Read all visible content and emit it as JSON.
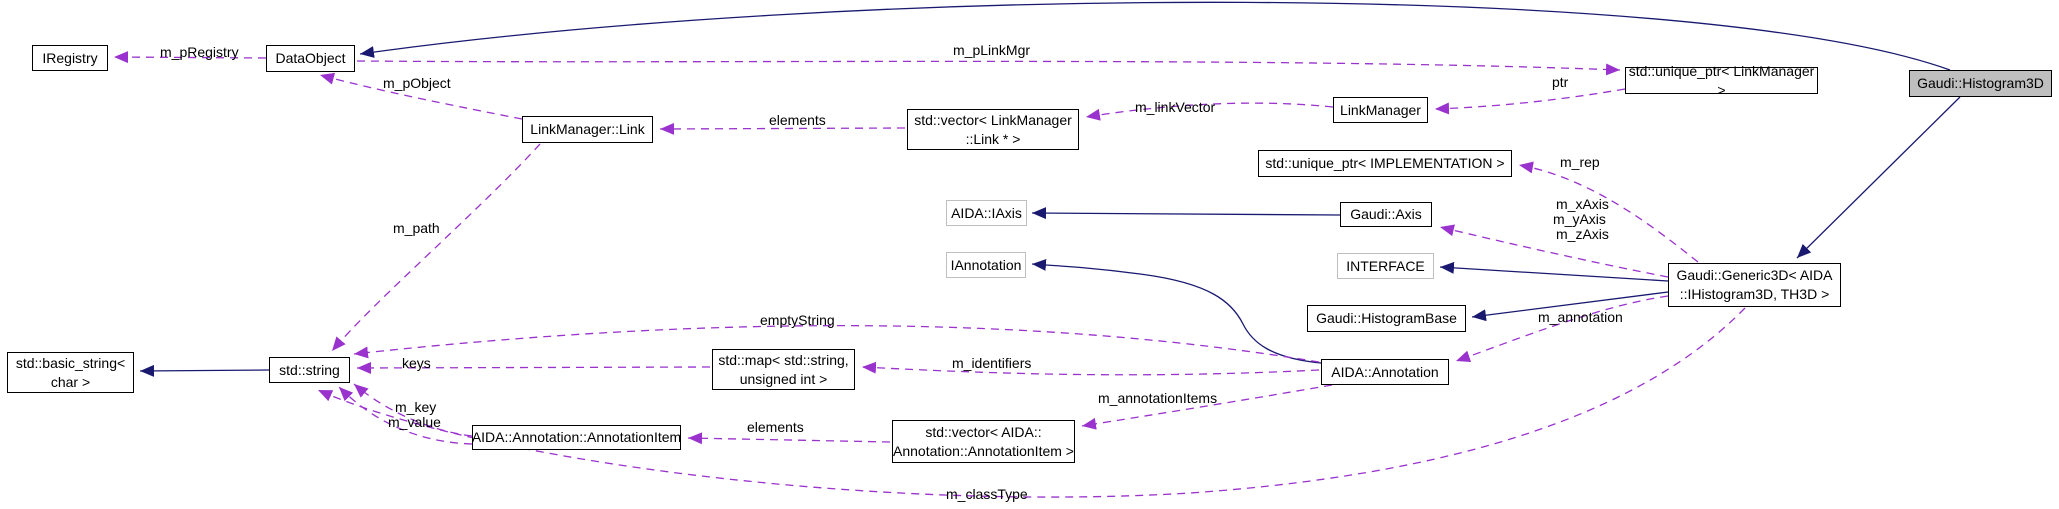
{
  "diagram": {
    "type": "collaboration-graph",
    "main_class": "Gaudi::Histogram3D"
  },
  "colors": {
    "inheritance_edge": "#191970",
    "usage_edge": "#9a32cd",
    "main_node_fill": "#bfbfbf",
    "external_node_border": "#bfbfbf",
    "node_border": "#000000",
    "background": "#ffffff"
  },
  "nodes": [
    {
      "id": "iregistry",
      "label": "IRegistry"
    },
    {
      "id": "dataobject",
      "label": "DataObject"
    },
    {
      "id": "linkmanager-link",
      "label": "LinkManager::Link"
    },
    {
      "id": "vector-linkmanager-link",
      "label": "std::vector< LinkManager\n::Link * >"
    },
    {
      "id": "linkmanager",
      "label": "LinkManager"
    },
    {
      "id": "unique-ptr-linkmanager",
      "label": "std::unique_ptr< LinkManager >"
    },
    {
      "id": "gaudi-histogram3d",
      "label": "Gaudi::Histogram3D"
    },
    {
      "id": "unique-ptr-implementation",
      "label": "std::unique_ptr< IMPLEMENTATION >"
    },
    {
      "id": "aida-iaxis",
      "label": "AIDA::IAxis"
    },
    {
      "id": "gaudi-axis",
      "label": "Gaudi::Axis"
    },
    {
      "id": "iannotation",
      "label": "IAnnotation"
    },
    {
      "id": "interface",
      "label": "INTERFACE"
    },
    {
      "id": "gaudi-histogrambase",
      "label": "Gaudi::HistogramBase"
    },
    {
      "id": "gaudi-generic3d",
      "label": "Gaudi::Generic3D< AIDA\n::IHistogram3D, TH3D >"
    },
    {
      "id": "aida-annotation",
      "label": "AIDA::Annotation"
    },
    {
      "id": "basic-string",
      "label": "std::basic_string<\nchar >"
    },
    {
      "id": "std-string",
      "label": "std::string"
    },
    {
      "id": "std-map",
      "label": "std::map< std::string,\nunsigned int >"
    },
    {
      "id": "annotation-item",
      "label": "AIDA::Annotation::AnnotationItem"
    },
    {
      "id": "vector-annotation-item",
      "label": "std::vector< AIDA::\nAnnotation::AnnotationItem >"
    }
  ],
  "edge_labels": [
    {
      "text": "m_pRegistry"
    },
    {
      "text": "m_pObject"
    },
    {
      "text": "elements"
    },
    {
      "text": "m_linkVector"
    },
    {
      "text": "m_pLinkMgr"
    },
    {
      "text": "ptr"
    },
    {
      "text": "m_rep"
    },
    {
      "text": "m_xAxis"
    },
    {
      "text": "m_yAxis"
    },
    {
      "text": "m_zAxis"
    },
    {
      "text": "m_annotation"
    },
    {
      "text": "m_identifiers"
    },
    {
      "text": "emptyString"
    },
    {
      "text": "keys"
    },
    {
      "text": "m_key"
    },
    {
      "text": "m_value"
    },
    {
      "text": "elements"
    },
    {
      "text": "m_annotationItems"
    },
    {
      "text": "m_classType"
    },
    {
      "text": "m_path"
    }
  ]
}
